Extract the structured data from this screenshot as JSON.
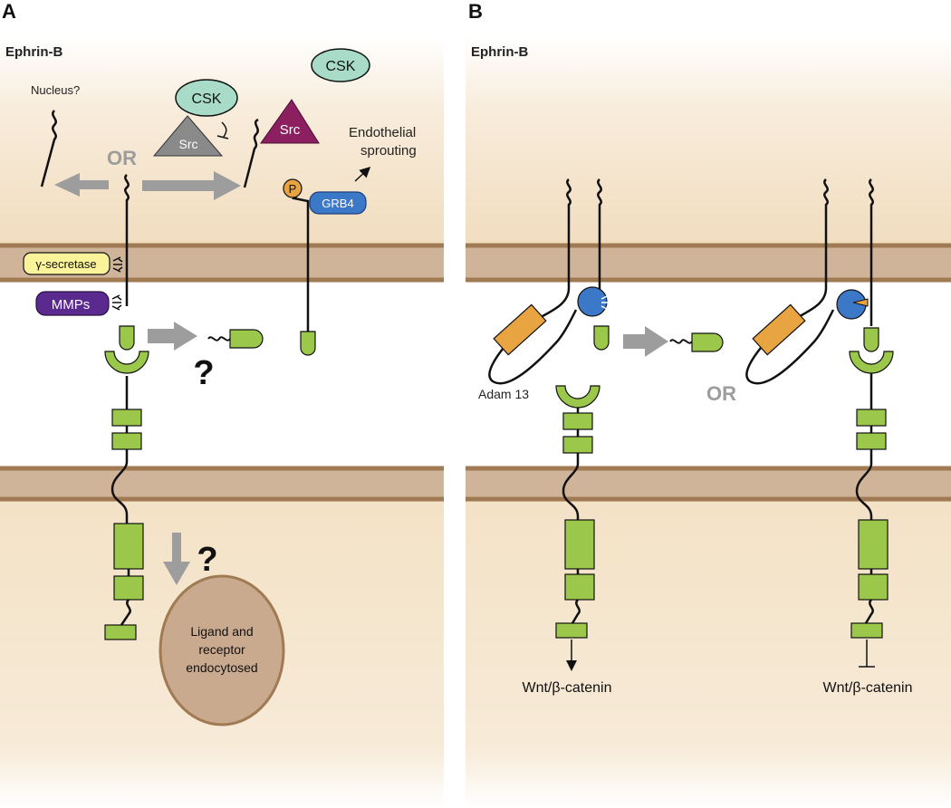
{
  "panels": {
    "a": {
      "letter": "A",
      "title": "Ephrin-B",
      "nucleus": "Nucleus?",
      "or": "OR",
      "csk_left": "CSK",
      "src_gray": "Src",
      "src_purple": "Src",
      "csk_right": "CSK",
      "endothelial_line1": "Endothelial",
      "endothelial_line2": "sprouting",
      "p_label": "P",
      "grb4": "GRB4",
      "gamma_secretase": "γ-secretase",
      "mmps": "MMPs",
      "question_top": "?",
      "question_bottom": "?",
      "endocytosed_line1": "Ligand and",
      "endocytosed_line2": "receptor",
      "endocytosed_line3": "endocytosed"
    },
    "b": {
      "letter": "B",
      "title": "Ephrin-B",
      "adam": "Adam 13",
      "or": "OR",
      "wnt_left": "Wnt/β-catenin",
      "wnt_right": "Wnt/β-catenin"
    }
  },
  "colors": {
    "membrane": "#cfb49a",
    "membrane_edge": "#a07a52",
    "green": "#9bc84a",
    "gray_arrow": "#9d9d9d",
    "teal": "#a8dcc8",
    "purple": "#8b1f5f",
    "blue": "#3c78c8",
    "orange": "#e8a440",
    "yellow": "#fbf39a",
    "mmp_purple": "#5a2a8e",
    "endosome": "#c9aa8f"
  }
}
